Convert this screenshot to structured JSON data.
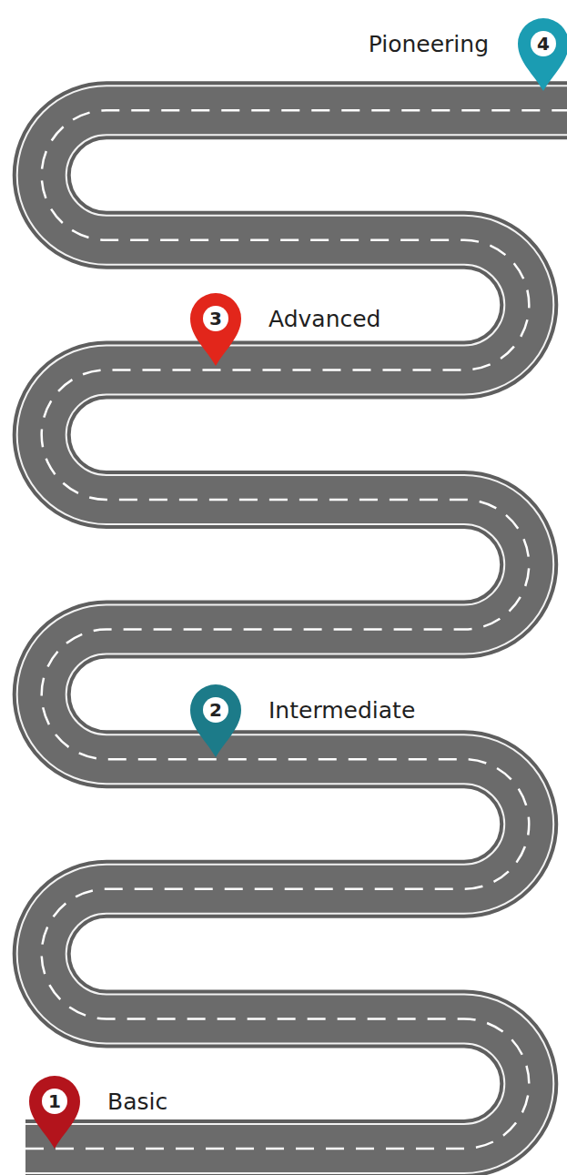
{
  "diagram": {
    "nodes": [
      {
        "text": [
          "1",
          "Basic"
        ]
      },
      {
        "text": [
          "2",
          "Intermediate"
        ]
      },
      {
        "text": [
          "3",
          "Advanced"
        ]
      },
      {
        "text": [
          "4",
          "Pioneering"
        ]
      }
    ]
  }
}
